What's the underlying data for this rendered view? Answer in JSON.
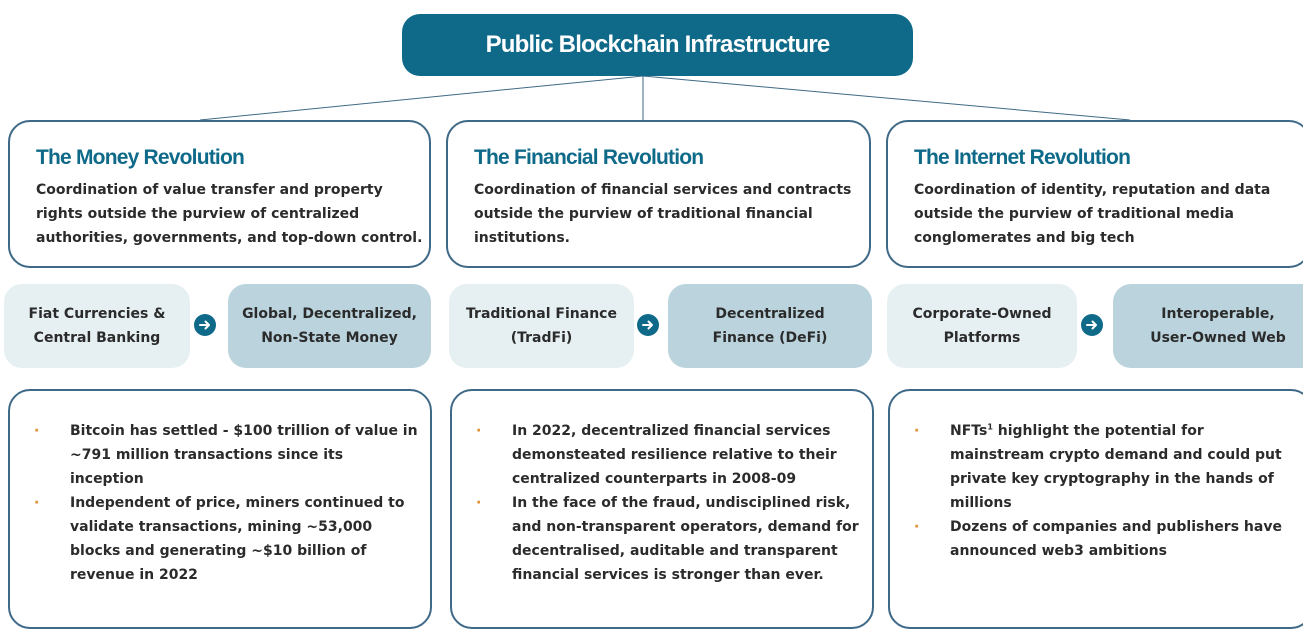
{
  "header": {
    "title": "Public Blockchain Infrastructure"
  },
  "colors": {
    "primary": "#0f6a89",
    "border": "#3f6a87",
    "light_pill": "#e6f0f3",
    "dark_pill": "#bad3dd",
    "bullet": "#e08a2c"
  },
  "columns": [
    {
      "title": "The Money Revolution",
      "description": "Coordination of value transfer and property\nrights outside the purview of centralized\nauthorities, governments, and top-down control.",
      "from": "Fiat Currencies &\nCentral Banking",
      "to": "Global, Decentralized,\nNon-State Money",
      "arrow_icon": "arrow-right-circle-icon",
      "bullets": [
        {
          "text": "Bitcoin has settled - $100 trillion of value in ~791 million transactions since its inception"
        },
        {
          "text": "Independent of price, miners continued to validate transactions, mining ~53,000 blocks and generating ~$10 billion of revenue in 2022"
        }
      ]
    },
    {
      "title": "The Financial Revolution",
      "description": "Coordination of financial services and contracts\noutside the purview of traditional financial\ninstitutions.",
      "from": "Traditional Finance\n(TradFi)",
      "to": "Decentralized\nFinance (DeFi)",
      "arrow_icon": "arrow-right-circle-icon",
      "bullets": [
        {
          "text": "In 2022, decentralized financial services demonsteated resilience relative to their centralized counterparts in 2008-09"
        },
        {
          "text": "In the face of the fraud, undisciplined risk, and non-transparent operators, demand for decentralised, auditable and transparent financial services is stronger than ever."
        }
      ]
    },
    {
      "title": "The Internet Revolution",
      "description": "Coordination of identity, reputation and data\noutside the purview of traditional media\nconglomerates and big tech",
      "from": "Corporate-Owned\nPlatforms",
      "to": "Interoperable,\nUser-Owned Web",
      "arrow_icon": "arrow-right-circle-icon",
      "bullets": [
        {
          "text": "NFTs",
          "sup": "1",
          "rest": " highlight the potential for mainstream crypto demand and could put private key cryptography in the hands of millions"
        },
        {
          "text": "Dozens of companies and publishers have announced web3 ambitions"
        }
      ]
    }
  ]
}
